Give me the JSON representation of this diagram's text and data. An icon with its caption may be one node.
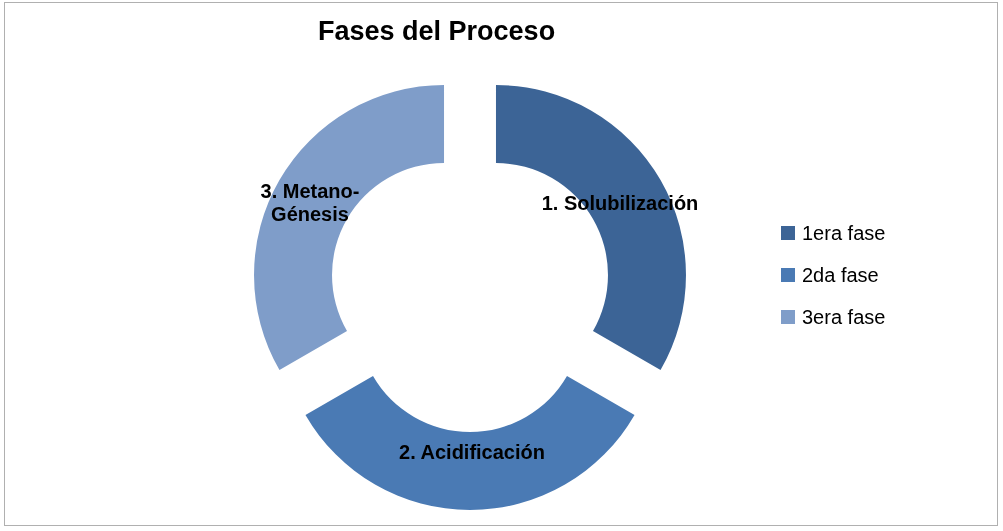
{
  "diagram": {
    "title": "Fases del Proceso",
    "nodes": [
      {
        "text": [
          "1. Solubilización"
        ]
      },
      {
        "text": [
          "2. Acidificación"
        ]
      },
      {
        "text": [
          "3. Metano- Génesis"
        ]
      }
    ],
    "legend": [
      {
        "text": "1era fase",
        "color": "#3c6496"
      },
      {
        "text": "2da fase",
        "color": "#4a7ab4"
      },
      {
        "text": "3era fase",
        "color": "#7f9dc9"
      }
    ]
  }
}
